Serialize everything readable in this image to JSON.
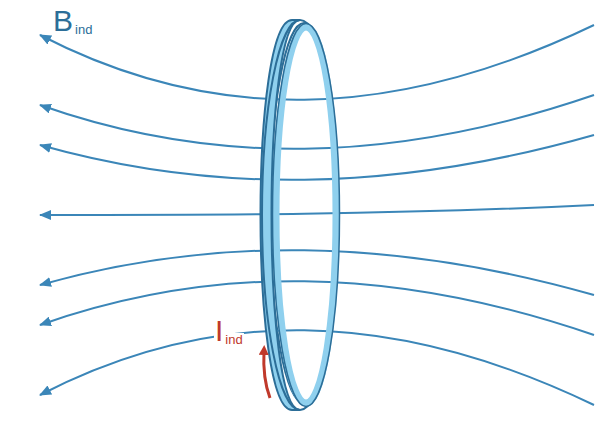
{
  "diagram": {
    "labels": [
      "B",
      "ind",
      "I",
      "ind"
    ]
  }
}
